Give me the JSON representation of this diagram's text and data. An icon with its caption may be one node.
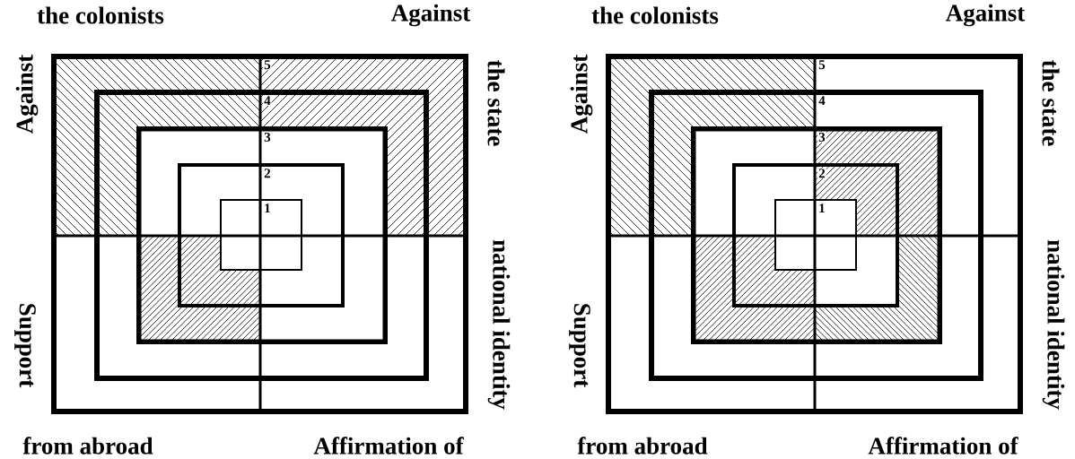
{
  "diagram": {
    "nodes": [
      {
        "text": [
          "5"
        ]
      },
      {
        "text": [
          "4"
        ],
        "in": 0
      },
      {
        "text": [
          "3"
        ],
        "in": 1
      },
      {
        "text": [
          "2"
        ],
        "in": 2
      },
      {
        "text": [
          "1"
        ],
        "in": 3
      },
      {
        "text": [
          "5"
        ]
      },
      {
        "text": [
          "4"
        ],
        "in": 5
      },
      {
        "text": [
          "3"
        ],
        "in": 6
      },
      {
        "text": [
          "2"
        ],
        "in": 7
      },
      {
        "text": [
          "1"
        ],
        "in": 8
      }
    ],
    "edges": [],
    "labels": [
      "the colonists",
      "Against",
      "Against",
      "the state",
      "Support",
      "national identity",
      "from abroad",
      "Affirmation of",
      "the colonists",
      "Against",
      "Against",
      "the state",
      "Support",
      "national identity",
      "from abroad",
      "Affirmation of"
    ]
  }
}
